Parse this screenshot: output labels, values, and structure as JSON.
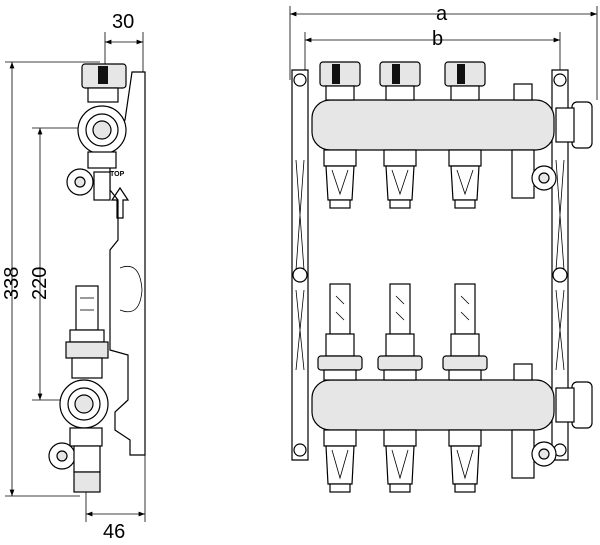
{
  "side_view": {
    "dim_top": "30",
    "dim_height_total": "338",
    "dim_height_axis": "220",
    "dim_bottom": "46",
    "flow_label": "TOP"
  },
  "front_view": {
    "dim_a": "a",
    "dim_b": "b",
    "circuits": 3
  }
}
